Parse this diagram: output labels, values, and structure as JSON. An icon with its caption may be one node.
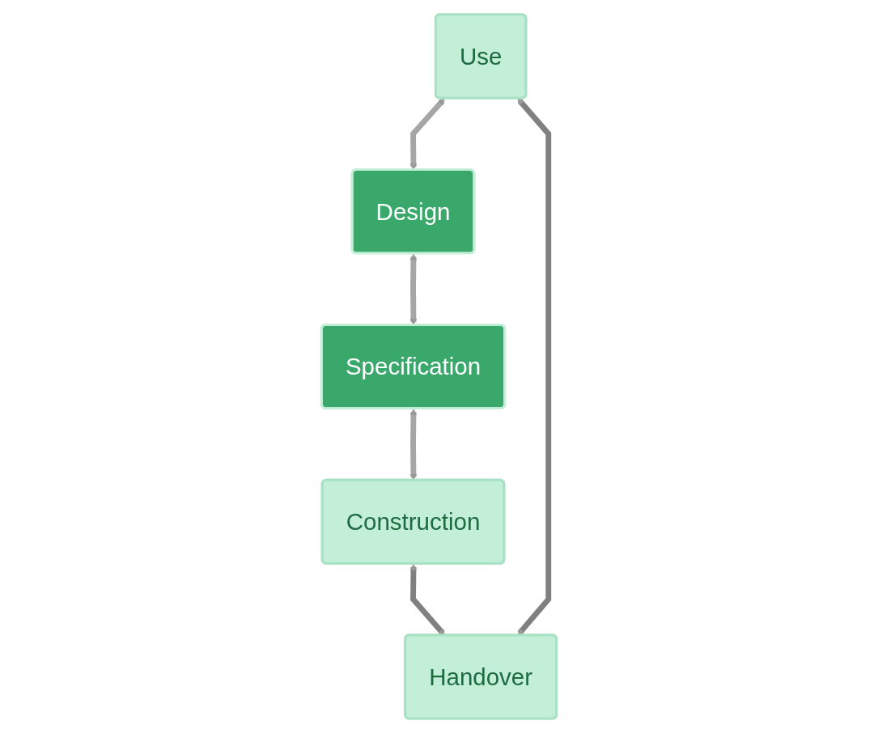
{
  "diagram": {
    "nodes": [
      {
        "text": [
          "Use"
        ]
      },
      {
        "text": [
          "Handover"
        ]
      },
      {
        "text": [
          "Design"
        ]
      },
      {
        "text": [
          "Construction"
        ]
      },
      {
        "text": [
          "Specification"
        ]
      }
    ],
    "edges": [
      {
        "from": 0,
        "to": 2,
        "arrow": "both"
      },
      {
        "from": 2,
        "to": 4,
        "arrow": "both"
      },
      {
        "from": 4,
        "to": 3,
        "arrow": "both"
      },
      {
        "from": 3,
        "to": 1,
        "arrow": "both",
        "color": "#808080"
      },
      {
        "from": 1,
        "to": 0,
        "arrow": "both",
        "color": "#808080"
      }
    ]
  }
}
